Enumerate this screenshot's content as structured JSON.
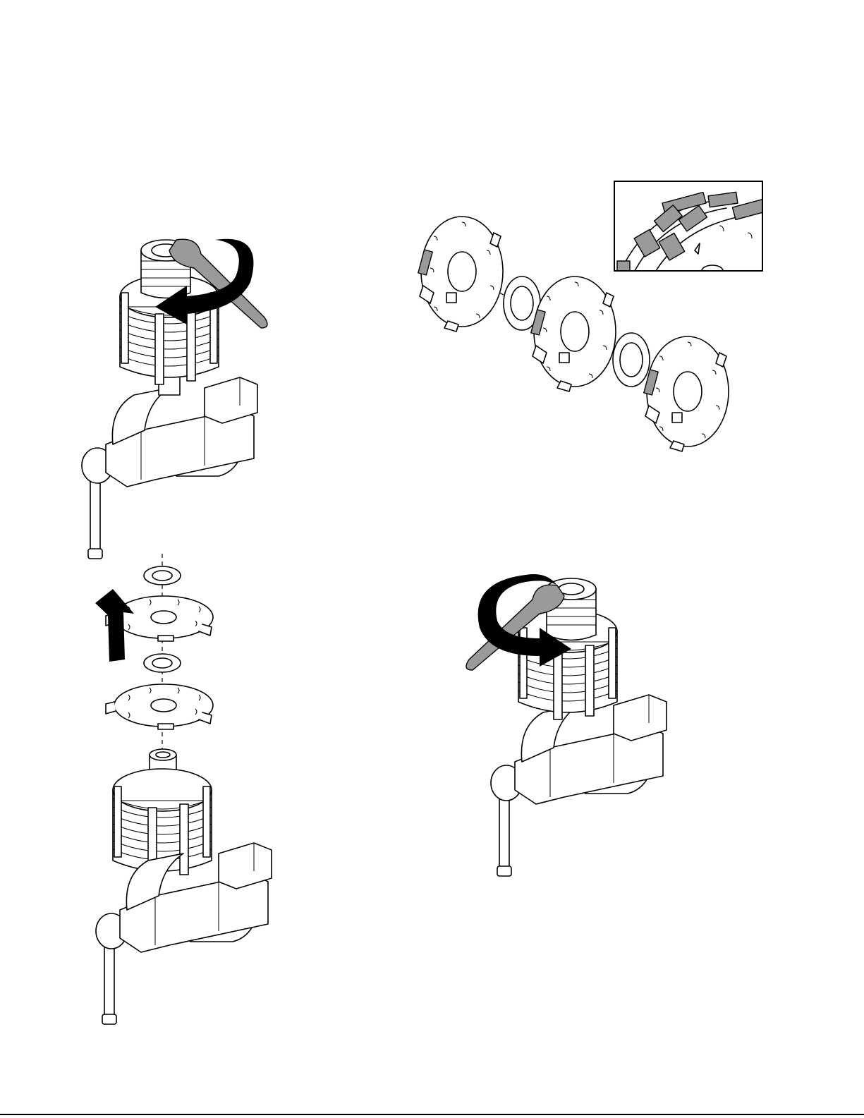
{
  "figures": [
    {
      "id": "fig-a",
      "name": "remove-arbor-nut",
      "rotation_direction": "counterclockwise"
    },
    {
      "id": "fig-b",
      "name": "exploded-blade-stack",
      "detail_inset": true
    },
    {
      "id": "fig-c",
      "name": "lift-blades-off-arbor",
      "direction": "up"
    },
    {
      "id": "fig-d",
      "name": "tighten-arbor-nut",
      "rotation_direction": "clockwise"
    }
  ],
  "colors": {
    "line": "#000000",
    "segment_fill": "#9a9a9a",
    "background": "#ffffff"
  },
  "icons": [
    "rotate-ccw-arrow-icon",
    "rotate-cw-arrow-icon",
    "up-arrow-icon",
    "wrench-icon",
    "vise-icon",
    "blade-icon",
    "spacer-icon"
  ]
}
